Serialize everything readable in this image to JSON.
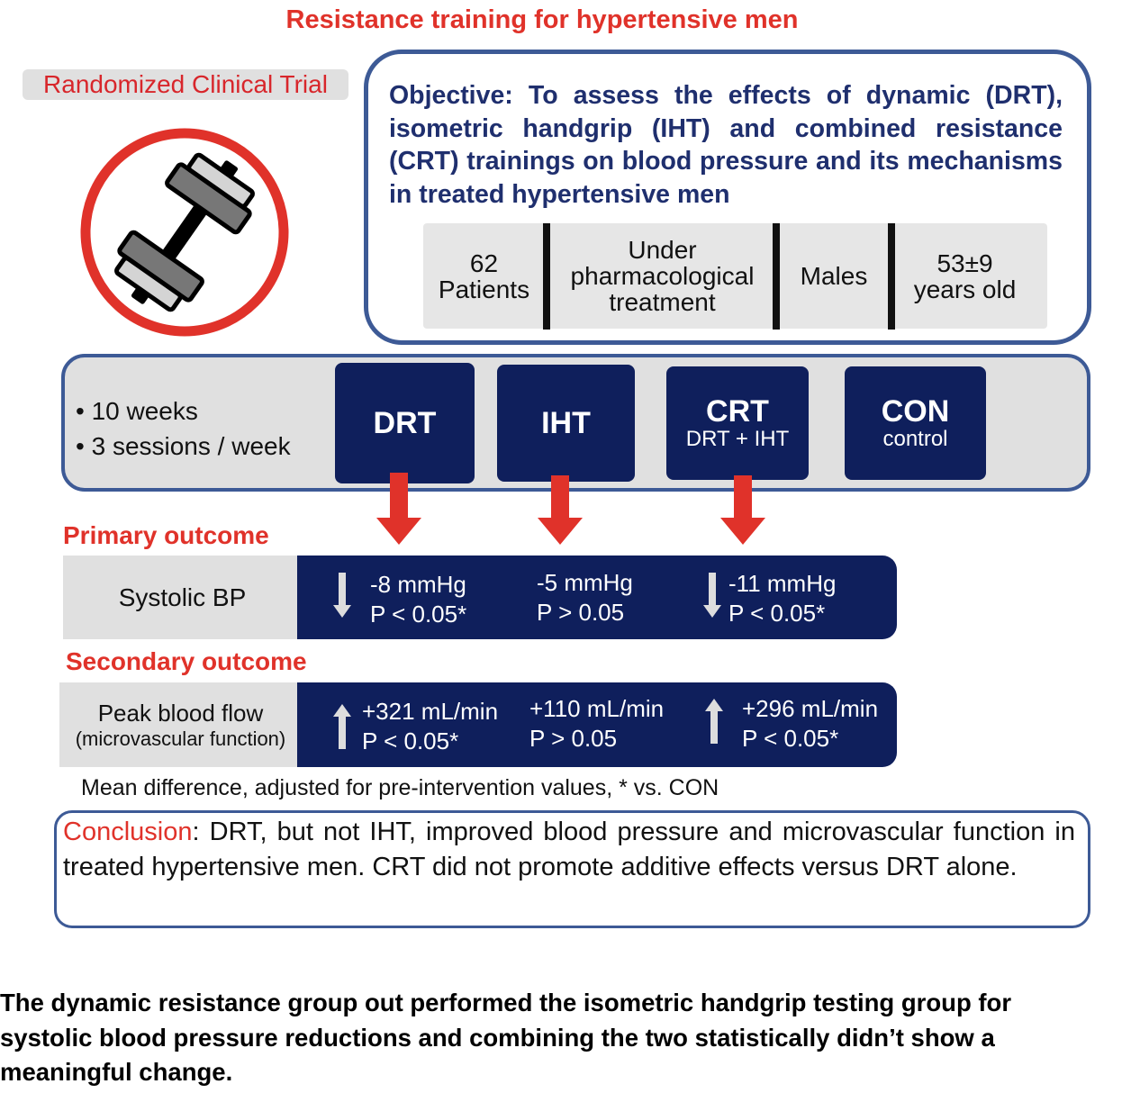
{
  "title": "Resistance training for hypertensive men",
  "study_type": "Randomized Clinical Trial",
  "objective": {
    "label": "Objective:",
    "text": "To assess the effects of dynamic (DRT), isometric handgrip (IHT) and combined resistance (CRT) trainings on blood pressure and its mechanisms in treated hypertensive men"
  },
  "population": [
    {
      "line1": "62",
      "line2": "Patients"
    },
    {
      "line1": "Under",
      "line2": "pharmacological",
      "line3": "treatment"
    },
    {
      "line1": "Males"
    },
    {
      "line1": "53±9",
      "line2": "years old"
    }
  ],
  "protocol": [
    "10 weeks",
    "3 sessions / week"
  ],
  "groups": [
    {
      "name": "DRT",
      "sub": ""
    },
    {
      "name": "IHT",
      "sub": ""
    },
    {
      "name": "CRT",
      "sub": "DRT + IHT"
    },
    {
      "name": "CON",
      "sub": "control"
    }
  ],
  "primary": {
    "heading": "Primary outcome",
    "label": "Systolic BP",
    "results": [
      {
        "value": "-8 mmHg",
        "p": "P < 0.05*",
        "direction": "down"
      },
      {
        "value": "-5 mmHg",
        "p": "P > 0.05",
        "direction": "none"
      },
      {
        "value": "-11 mmHg",
        "p": "P < 0.05*",
        "direction": "down"
      }
    ]
  },
  "secondary": {
    "heading": "Secondary outcome",
    "label": "Peak blood flow",
    "sublabel": "(microvascular function)",
    "results": [
      {
        "value": "+321 mL/min",
        "p": "P < 0.05*",
        "direction": "up"
      },
      {
        "value": "+110 mL/min",
        "p": "P > 0.05",
        "direction": "none"
      },
      {
        "value": "+296 mL/min",
        "p": "P < 0.05*",
        "direction": "up"
      }
    ]
  },
  "footnote": "Mean difference, adjusted for pre-intervention values, * vs. CON",
  "conclusion": {
    "label": "Conclusion",
    "text": ": DRT, but not IHT, improved blood pressure and microvascular function in treated hypertensive men. CRT did not promote additive effects versus DRT alone."
  },
  "caption": "The dynamic resistance group out performed the isometric handgrip testing group for systolic blood pressure reductions and combining the two statistically didn’t show a meaningful change.",
  "colors": {
    "red": "#e0322a",
    "navy": "#0f1f5c",
    "outline": "#3d5a96",
    "gray": "#e0e0e0"
  }
}
